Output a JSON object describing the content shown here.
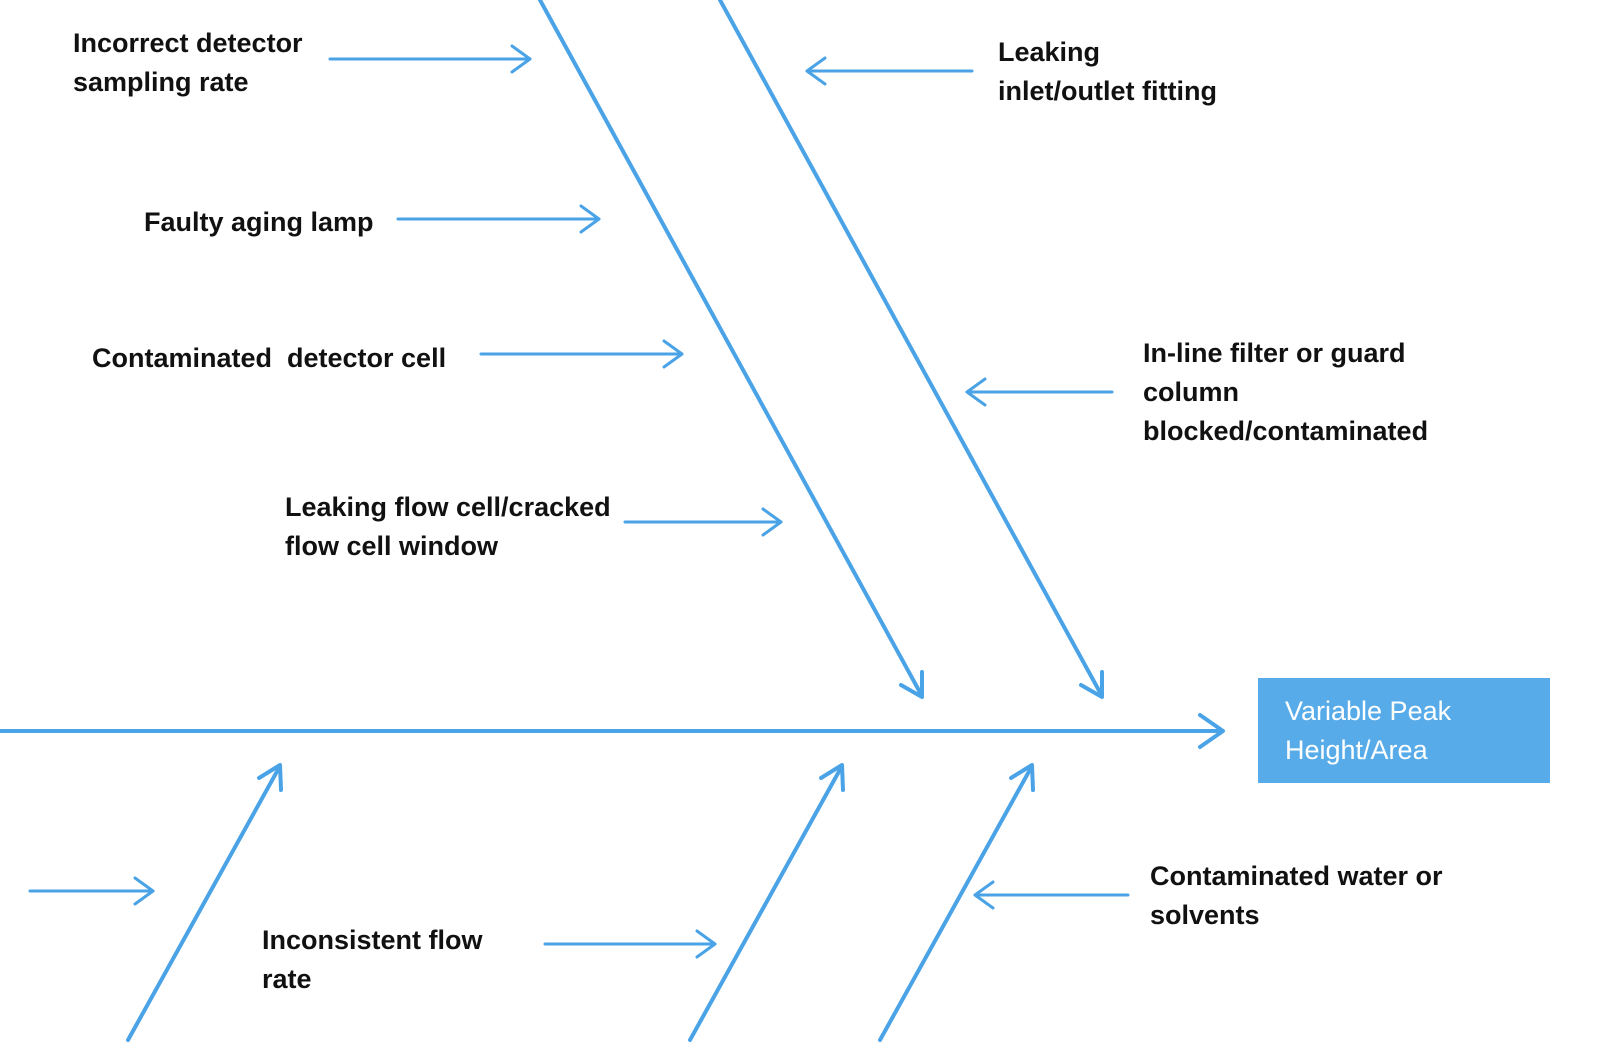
{
  "diagram": {
    "type": "fishbone",
    "effect": {
      "label": "Variable Peak\nHeight/Area",
      "color": "#57abe8"
    },
    "line_color": "#4aa3e6",
    "causes": [
      {
        "id": "c1",
        "label": "Incorrect detector\nsampling rate",
        "side": "top"
      },
      {
        "id": "c2",
        "label": "Faulty aging lamp",
        "side": "top"
      },
      {
        "id": "c3",
        "label": "Contaminated  detector cell",
        "side": "top"
      },
      {
        "id": "c4",
        "label": "Leaking flow cell/cracked\nflow cell window",
        "side": "top"
      },
      {
        "id": "c5",
        "label": "Leaking\ninlet/outlet fitting",
        "side": "top"
      },
      {
        "id": "c6",
        "label": "In-line filter or guard\ncolumn\nblocked/contaminated",
        "side": "top"
      },
      {
        "id": "c7",
        "label": "Inconsistent flow\nrate",
        "side": "bottom"
      },
      {
        "id": "c8",
        "label": "Contaminated water or\nsolvents",
        "side": "bottom"
      }
    ]
  }
}
